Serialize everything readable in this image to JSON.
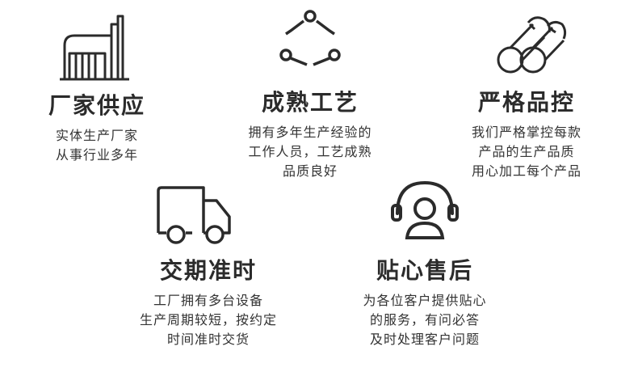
{
  "features": [
    {
      "icon": "factory-icon",
      "title": "厂家供应",
      "lines": [
        "实体生产厂家",
        "从事行业多年"
      ]
    },
    {
      "icon": "network-nodes-icon",
      "title": "成熟工艺",
      "lines": [
        "拥有多年生产经验的",
        "工作人员，工艺成熟",
        "品质良好"
      ]
    },
    {
      "icon": "material-rods-icon",
      "title": "严格品控",
      "lines": [
        "我们严格掌控每款",
        "产品的生产品质",
        "用心加工每个产品"
      ]
    },
    {
      "icon": "delivery-truck-icon",
      "title": "交期准时",
      "lines": [
        "工厂拥有多台设备",
        "生产周期较短，按约定",
        "时间准时交货"
      ]
    },
    {
      "icon": "customer-service-headset-icon",
      "title": "贴心售后",
      "lines": [
        "为各位客户提供贴心",
        "的服务，有问必答",
        "及时处理客户问题"
      ]
    }
  ]
}
